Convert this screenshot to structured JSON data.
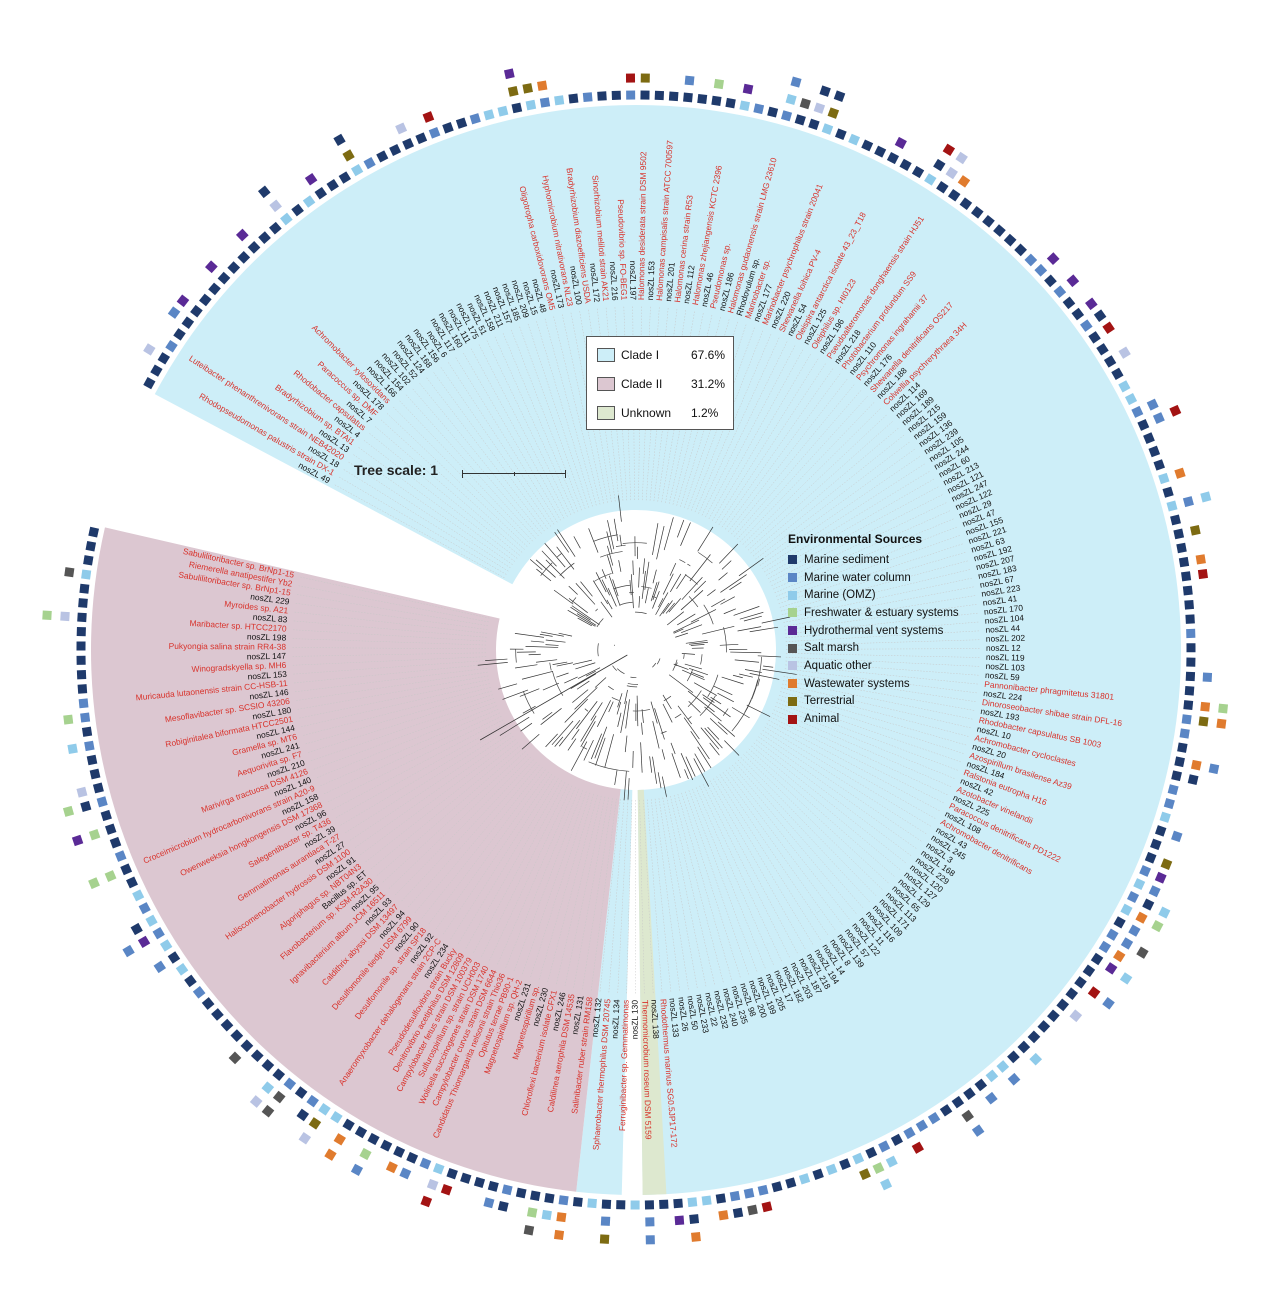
{
  "figure": {
    "scale_label": "Tree scale: 1"
  },
  "clade_legend": [
    {
      "name": "Clade I",
      "pct": "67.6%",
      "color": "#cdeef8"
    },
    {
      "name": "Clade II",
      "pct": "31.2%",
      "color": "#dcc7d1"
    },
    {
      "name": "Unknown",
      "pct": "1.2%",
      "color": "#dde8cf"
    }
  ],
  "env_legend": {
    "title": "Environmental Sources",
    "items": [
      {
        "label": "Marine sediment",
        "color": "#1f3a6b"
      },
      {
        "label": "Marine water column",
        "color": "#5a86c5"
      },
      {
        "label": "Marine (OMZ)",
        "color": "#8fcbea"
      },
      {
        "label": "Freshwater & estuary systems",
        "color": "#a6d28f"
      },
      {
        "label": "Hydrothermal vent systems",
        "color": "#5a2a96"
      },
      {
        "label": "Salt marsh",
        "color": "#555555"
      },
      {
        "label": "Aquatic other",
        "color": "#b9c3e3"
      },
      {
        "label": "Wastewater systems",
        "color": "#e07b2e"
      },
      {
        "label": "Terrestrial",
        "color": "#7d6b12"
      },
      {
        "label": "Animal",
        "color": "#a31313"
      }
    ]
  },
  "leaves": {
    "clade1_upper_left": [
      "nosZL 49",
      "nosZL 18",
      "nosZL 13",
      "nosZL 4",
      "nosZL 7",
      "nosZL 178",
      "nosZL 166",
      "nosZL 154",
      "nosZL 102",
      "nosZL 52",
      "nosZL 124",
      "nosZL 168",
      "nosZL 156",
      "nosZL 6",
      "nosZL 117",
      "nosZL 160",
      "nosZL 111",
      "nosZL 175",
      "nosZL 51",
      "nosZL 158",
      "nosZL 211",
      "nosZL 157",
      "nosZL 185",
      "nosZL 209",
      "nosZL 15"
    ],
    "clade1_upper_right": [
      "nosZL 48",
      "nosZL 173",
      "nosZL 100",
      "nosZL 172",
      "nosZL 216",
      "nosZL 197",
      "nosZL 153",
      "nosZL 201",
      "nosZL 112",
      "nosZL 46",
      "nosZL 186",
      "Rhodovulum sp.",
      "nosZL 177",
      "nosZL 220",
      "nosZL 54",
      "nosZL 125",
      "nosZL 196",
      "nosZL 218",
      "nosZL 110",
      "nosZL 176",
      "nosZL 188",
      "nosZL 114",
      "nosZL 169",
      "nosZL 189",
      "nosZL 215",
      "nosZL 159",
      "nosZL 136",
      "nosZL 239",
      "nosZL 105",
      "nosZL 244",
      "nosZL 60",
      "nosZL 213",
      "nosZL 121",
      "nosZL 247",
      "nosZL 122",
      "nosZL 29",
      "nosZL 47",
      "nosZL 155",
      "nosZL 221"
    ],
    "clade1_right": [
      "nosZL 63",
      "nosZL 192",
      "nosZL 207",
      "nosZL 183",
      "nosZL 67",
      "nosZL 223",
      "nosZL 41",
      "nosZL 170",
      "nosZL 104",
      "nosZL 44",
      "nosZL 202",
      "nosZL 12",
      "nosZL 119",
      "nosZL 103"
    ],
    "clade1_lower_right": [
      "nosZL 59",
      "nosZL 224",
      "nosZL 193",
      "nosZL 10",
      "nosZL 20",
      "nosZL 184",
      "nosZL 42",
      "nosZL 225",
      "nosZL 108",
      "nosZL 43",
      "nosZL 245",
      "nosZL 3",
      "nosZL 168",
      "nosZL 229",
      "nosZL 120",
      "nosZL 127",
      "nosZL 129",
      "nosZL 65",
      "nosZL 113",
      "nosZL 171",
      "nosZL 109",
      "nosZL 116",
      "nosZL 11",
      "nosZL 122",
      "nosZL 57",
      "nosZL 139",
      "nosZL 8",
      "nosZL 14",
      "nosZL 194"
    ],
    "clade1_bottom": [
      "nosZL 218",
      "nosZL 187",
      "nosZL 203",
      "nosZL 182",
      "nosZL 17",
      "nosZL 205",
      "nosZL 199",
      "nosZL 200"
    ],
    "unknown_bottom": [
      "nosZL 98",
      "nosZL 235",
      "nosZL 240",
      "nosZL 232"
    ],
    "clade1_bottom_left": [
      "nosZL 22",
      "nosZL 233",
      "nosZL 50",
      "nosZL 26"
    ],
    "clade2_bottom": [
      "nosZL 133",
      "nosZL 138",
      "nosZL 130",
      "nosZL 134",
      "nosZL 132",
      "nosZL 131",
      "nosZL 246",
      "nosZL 230",
      "nosZL 231"
    ],
    "clade2_left": [
      "nosZL 229",
      "nosZL 83",
      "nosZL 198",
      "nosZL 147",
      "nosZL 153",
      "nosZL 146",
      "nosZL 180",
      "nosZL 144",
      "nosZL 241",
      "nosZL 210",
      "nosZL 140",
      "nosZL 158",
      "nosZL 96",
      "nosZL 39",
      "nosZL 27",
      "nosZL 91",
      "Bacillus sp. ET",
      "nosZL 95",
      "nosZL 93",
      "nosZL 94",
      "nosZL 90",
      "nosZL 92",
      "nosZL 234"
    ]
  },
  "species_labels": {
    "clade1_top": [
      "Rhodopseudomonas palustris strain DX-1",
      "Luteibacter phenanthrenivorans strain NEB42020",
      "Bradyrhizobium sp. BTAi1",
      "Rhodobacter capsulatus",
      "Paracoccus sp. DMF",
      "Achromobacter xylosoxidans",
      "Oligotropha carboxidovorans OM5",
      "Hyphomicrobium nitrativorans NL23",
      "Bradyrhizobium diazoefficiens USDA",
      "Sinorhizobium meliloti strain AK21",
      "Pseudovibrio sp. FO-BEG1"
    ],
    "clade1_right": [
      "Halomonas desiderata strain DSM 9502",
      "Halomonas campisalis strain ATCC 700597",
      "Halomonas cerina strain R53",
      "Halomonas zhejiangensis KCTC 2396",
      "Pseudomonas sp.",
      "Halomonas gudaonensis strain LMG 23610",
      "Marinobacter sp.",
      "Marinobacter psychrophilus strain 20041",
      "Shewanella loihica PV-4",
      "Oleispira antarctica isolate 43_23_T18",
      "Oleiphilus sp. HI0123",
      "Pseudoalteromonas donghaensis strain HJ51",
      "Photobacterium profundum SS9",
      "Psychromonas ingrahamii 37",
      "Shewanella denitrificans OS217",
      "Colwellia psychrerythraea 34H"
    ],
    "clade1_lower": [
      "Pannonibacter phragmitetus 31801",
      "Dinoroseobacter shibae strain DFL-16",
      "Rhodobacter capsulatus SB 1003",
      "Achromobacter cycloclastes",
      "Azospirillum brasilense Az39",
      "Ralstonia eutropha H16",
      "Azotobacter vinelandii",
      "Paracoccus denitrificans PD1222",
      "Achromobacter denitrificans"
    ],
    "clade2": [
      "Sabulilitoribacter sp. BrNp1-15",
      "Riemerella anatipestifer Yb2",
      "Sabulilitoribacter sp. BrNp1-15",
      "Myroides sp. A21",
      "Maribacter sp. HTCC2170",
      "Pukyongia salina strain RR4-38",
      "Winogradskyella sp. MH6",
      "Muricauda lutaonensis strain CC-HSB-11",
      "Mesoflavibacter sp. SCSIO 43206",
      "Robiginitalea biformata HTCC2501",
      "Gramella sp. MT6",
      "Aequorivita sp. F7",
      "Marivirga tractuosa DSM 4126",
      "Croceimicrobium hydrocarbonivorans strain A20-9",
      "Owenweeksia hongkongensis DSM 17368",
      "Salegentibacter sp. T436",
      "Gemmatimonas aurantiaca T-27",
      "Haliscomenobacter hydrossis DSM 1100",
      "Algoriphagus sp. NBT04N3",
      "Flavobacterium sp. KSM-R2A30",
      "Ignavibacterium album JCM 16511",
      "Caldithrix abyssi DSM 13497",
      "Desulfomonile tiedjei DSM 6799",
      "Desulfomonile sp. strain SP18",
      "Anaeromyxobacter dehalogenans strain 2CP-C",
      "Rhodothermus marinus SG0.5JP17-172",
      "Thermomicrobium roseum DSM 5159",
      "Ferruginibacter sp. Gemmatimonas",
      "Sphaerobacter thermophilus DSM 20745",
      "Salinibacter ruber strain RM158",
      "Caldilinea aerophila DSM 14535",
      "Chloroflexi bacterium isolate CFX1",
      "Magnetospirillum sp.",
      "Magnetospirillum sp. QH-2",
      "Opitutus terrae PB90-1",
      "Candidatus Thiomargarita nelsonii strain Thio36",
      "Campylobacter curvus strain DSM 6644",
      "Wolinella succinogenes strain DSM 1740",
      "Sulfurospirillum sp. strain UCH003",
      "Campylobacter fetus strain DSM 100379",
      "Denitrovibrio acetiphilus DSM 12809",
      "Pseudodesulfovibrio strain Bucky"
    ]
  }
}
